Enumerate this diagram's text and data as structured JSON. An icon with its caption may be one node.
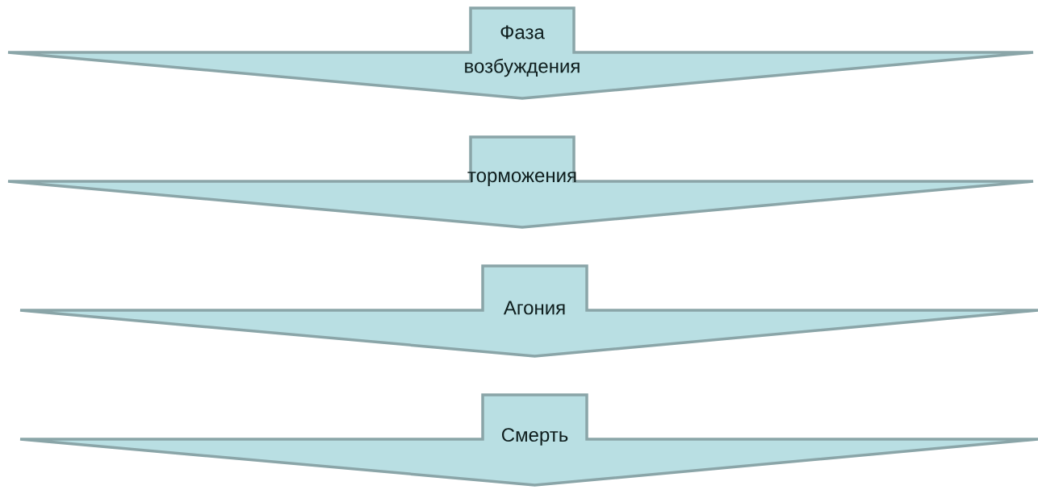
{
  "diagram": {
    "nodes": [
      {
        "text": [
          "Фаза",
          "возбуждения"
        ]
      },
      {
        "text": [
          "торможения"
        ]
      },
      {
        "text": [
          "Агония"
        ]
      },
      {
        "text": [
          "Смерть"
        ]
      }
    ]
  }
}
